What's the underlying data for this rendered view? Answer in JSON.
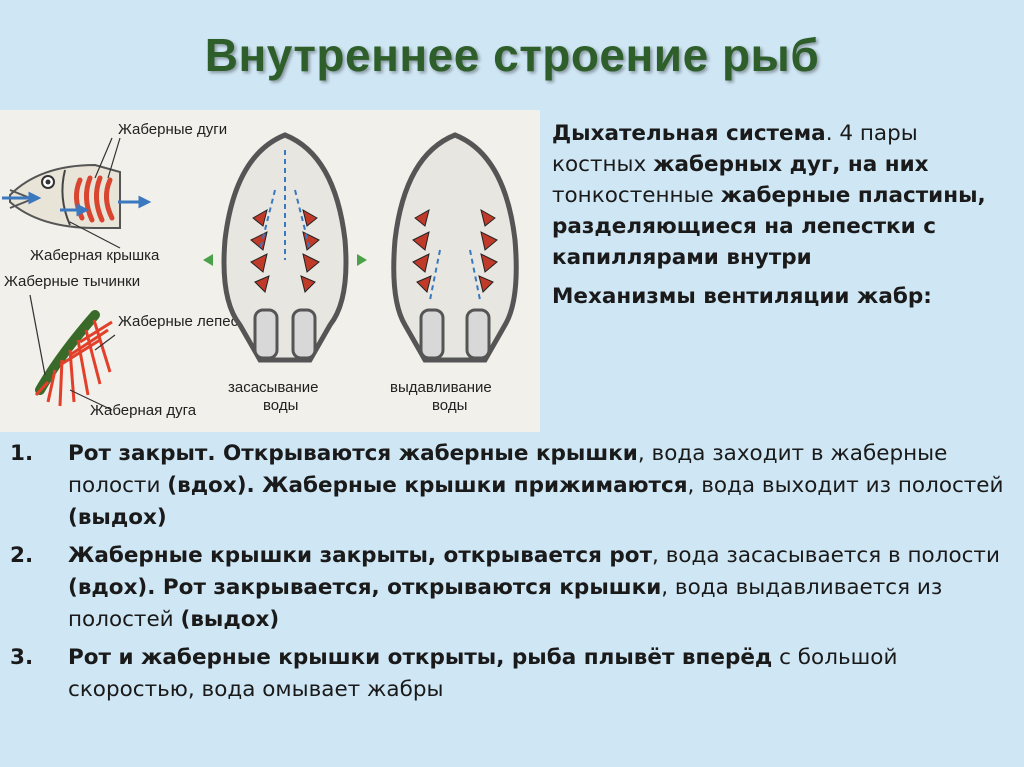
{
  "title": "Внутреннее строение рыб",
  "figure": {
    "labels": {
      "gill_arches": "Жаберные дуги",
      "gill_cover": "Жаберная крышка",
      "gill_rakers": "Жаберные тычинки",
      "gill_filaments": "Жаберные лепестки",
      "gill_arch": "Жаберная дуга",
      "suction": "засасывание воды",
      "squeeze": "выдавливание воды"
    }
  },
  "respiratory": {
    "p1": {
      "a": "Дыхательная система",
      "b": ". 4 пары костных ",
      "c": "жаберных дуг, на них",
      "d": " тонкостенные ",
      "e": "жаберные пластины, разделяющиеся на лепестки с капиллярами внутри"
    },
    "p2": "Механизмы вентиляции жабр:"
  },
  "list": [
    {
      "num": "1.",
      "s1": "Рот закрыт. Открываются жаберные крышки",
      "s2": ", вода заходит в жаберные полости ",
      "s3": "(вдох). Жаберные крышки прижимаются",
      "s4": ", вода выходит из полостей ",
      "s5": "(выдох)"
    },
    {
      "num": "2.",
      "s1": "Жаберные крышки закрыты, открывается рот",
      "s2": ", вода засасывается в полости ",
      "s3": "(вдох). Рот закрывается, открываются крышки",
      "s4": ", вода выдавливается из полостей ",
      "s5": "(выдох)"
    },
    {
      "num": "3.",
      "s1": "Рот и жаберные крышки открыты, рыба плывёт вперёд",
      "s2": " с большой скоростью, вода омывает жабры",
      "s3": "",
      "s4": "",
      "s5": ""
    }
  ]
}
